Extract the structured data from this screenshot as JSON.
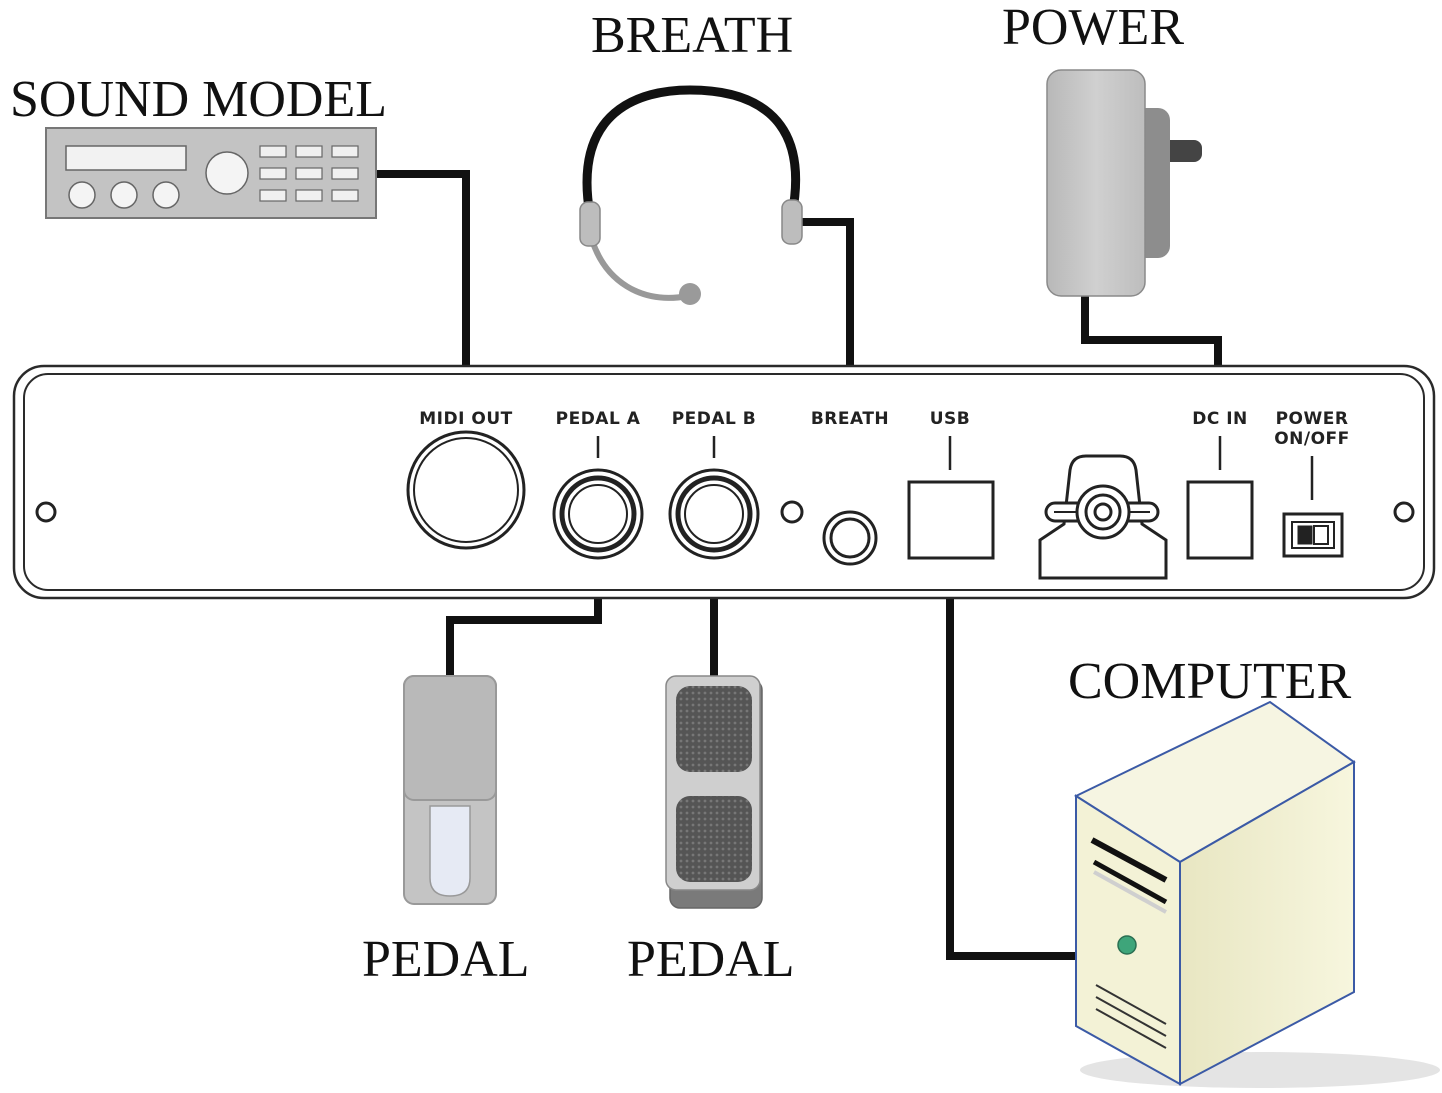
{
  "devices": {
    "sound_model": "SOUND MODEL",
    "breath": "BREATH",
    "power": "POWER",
    "pedal_a": "PEDAL",
    "pedal_b": "PEDAL",
    "computer": "COMPUTER"
  },
  "panel": {
    "midi_out": "MIDI OUT",
    "pedal_a": "PEDAL A",
    "pedal_b": "PEDAL B",
    "breath": "BREATH",
    "usb": "USB",
    "dc_in": "DC IN",
    "power_line1": "POWER",
    "power_line2": "ON/OFF"
  },
  "colors": {
    "cable": "#111111",
    "device_gray": "#c8c8c8",
    "computer_body": "#f1f0d2",
    "computer_outline": "#3b5aa6"
  }
}
